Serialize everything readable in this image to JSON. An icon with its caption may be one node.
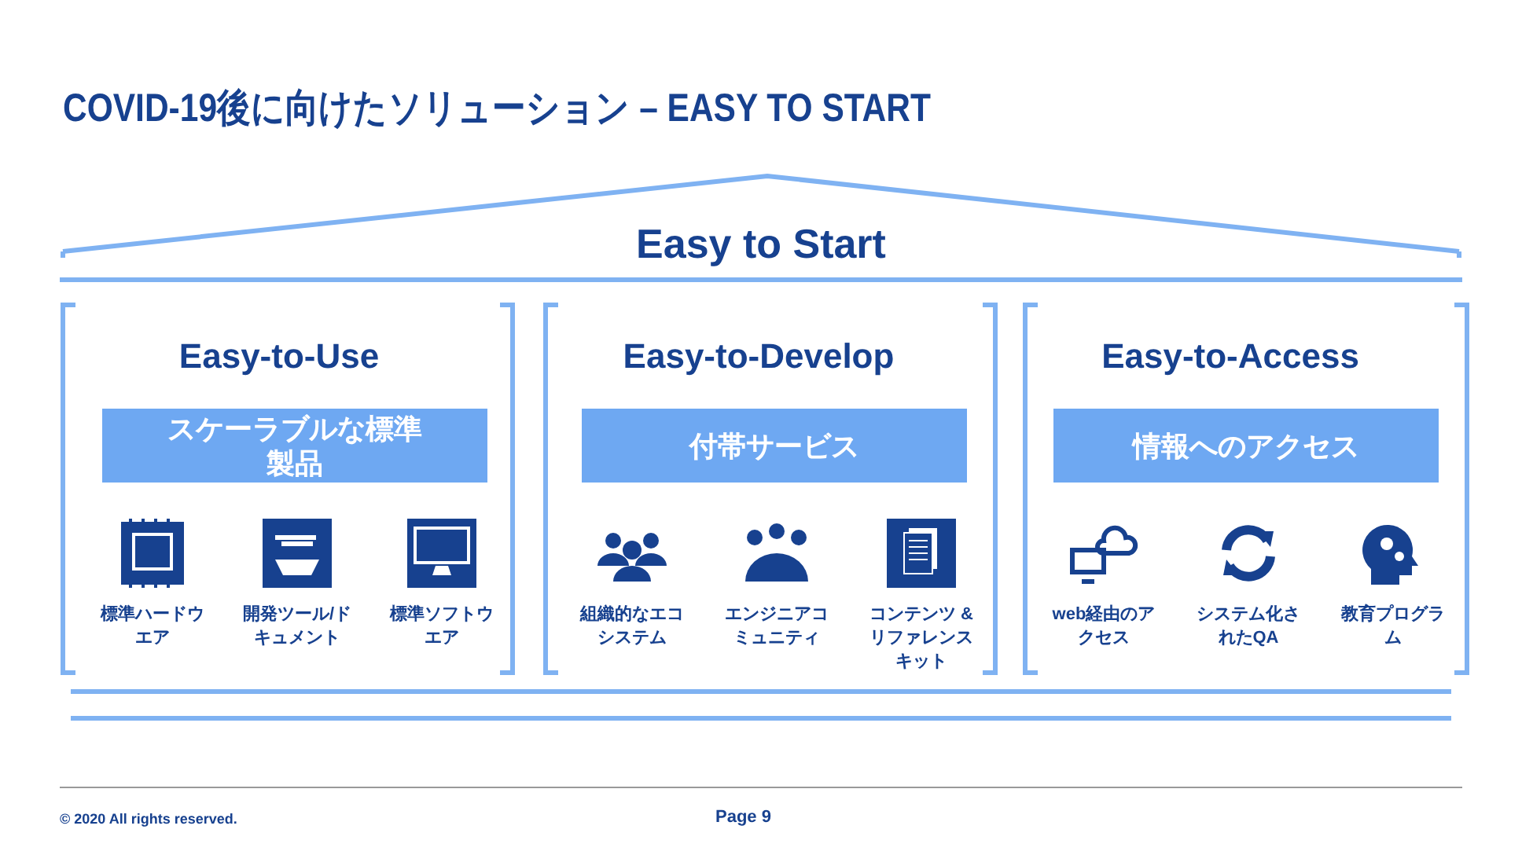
{
  "diagram": {
    "title": "COVID-19後に向けたソリューション – EASY TO START",
    "nodes": [
      {
        "text": [
          "Easy to Start"
        ]
      },
      {
        "text": [
          "Easy-to-Use"
        ]
      },
      {
        "text": [
          "Easy-to-Develop"
        ]
      },
      {
        "text": [
          "Easy-to-Access"
        ]
      },
      {
        "text": [
          "スケーラブルな標準製品"
        ],
        "in": 1
      },
      {
        "text": [
          "付帯サービス"
        ],
        "in": 2
      },
      {
        "text": [
          "情報へのアクセス"
        ],
        "in": 3
      },
      {
        "text": [
          "標準ハードウエア"
        ],
        "in": 1
      },
      {
        "text": [
          "開発ツール/ドキュメント"
        ],
        "in": 1
      },
      {
        "text": [
          "標準ソフトウエア"
        ],
        "in": 1
      },
      {
        "text": [
          "組織的なエコシステム"
        ],
        "in": 2
      },
      {
        "text": [
          "エンジニアコミュニティ"
        ],
        "in": 2
      },
      {
        "text": [
          "コンテンツ &リファレンスキット"
        ],
        "in": 2
      },
      {
        "text": [
          "web経由のアクセス"
        ],
        "in": 3
      },
      {
        "text": [
          "システム化されたQA"
        ],
        "in": 3
      },
      {
        "text": [
          "教育プログラム"
        ],
        "in": 3
      }
    ],
    "edges": [],
    "labels": [
      "© 2020 All rights reserved.",
      "Page 9"
    ]
  }
}
